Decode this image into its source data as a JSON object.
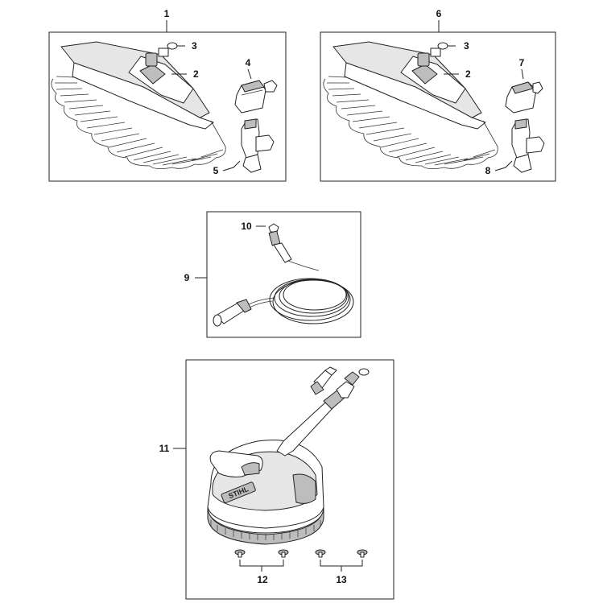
{
  "diagram": {
    "groups": [
      {
        "label": "1",
        "parts": [
          "3",
          "2",
          "4",
          "5"
        ]
      },
      {
        "label": "6",
        "parts": [
          "3",
          "2",
          "7",
          "8"
        ]
      },
      {
        "label": "9",
        "parts": [
          "10"
        ]
      },
      {
        "label": "11",
        "parts": [
          "12",
          "13"
        ]
      }
    ],
    "callouts": {
      "g1_label": "1",
      "g1_p3": "3",
      "g1_p2": "2",
      "g1_p4": "4",
      "g1_p5": "5",
      "g6_label": "6",
      "g6_p3": "3",
      "g6_p2": "2",
      "g6_p7": "7",
      "g6_p8": "8",
      "g9_label": "9",
      "g9_p10": "10",
      "g11_label": "11",
      "g11_p12": "12",
      "g11_p13": "13"
    },
    "brand_mark": "STIHL"
  }
}
